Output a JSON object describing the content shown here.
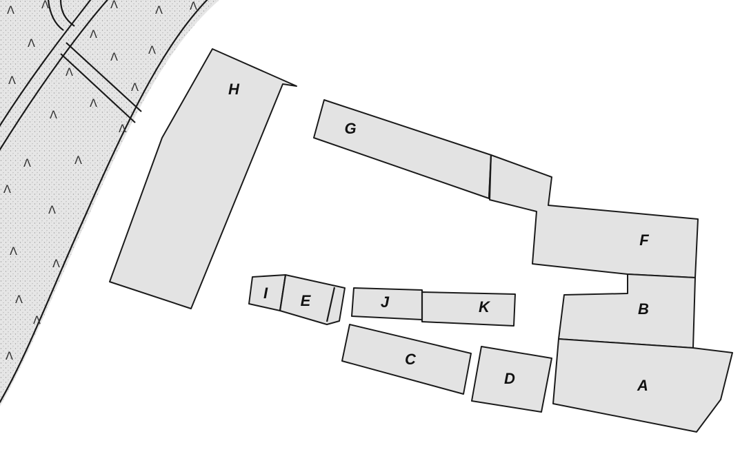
{
  "map": {
    "colors": {
      "plot_fill": "#e3e3e3",
      "outline": "#1a1a1a",
      "background": "#ffffff",
      "vegetation": "#dcdcdc"
    },
    "vegetation_symbol": "Λ",
    "plots": [
      {
        "id": "H",
        "label": "H"
      },
      {
        "id": "G",
        "label": "G"
      },
      {
        "id": "F",
        "label": "F"
      },
      {
        "id": "B",
        "label": "B"
      },
      {
        "id": "A",
        "label": "A"
      },
      {
        "id": "I",
        "label": "I"
      },
      {
        "id": "E",
        "label": "E"
      },
      {
        "id": "J",
        "label": "J"
      },
      {
        "id": "K",
        "label": "K"
      },
      {
        "id": "C",
        "label": "C"
      },
      {
        "id": "D",
        "label": "D"
      }
    ]
  }
}
